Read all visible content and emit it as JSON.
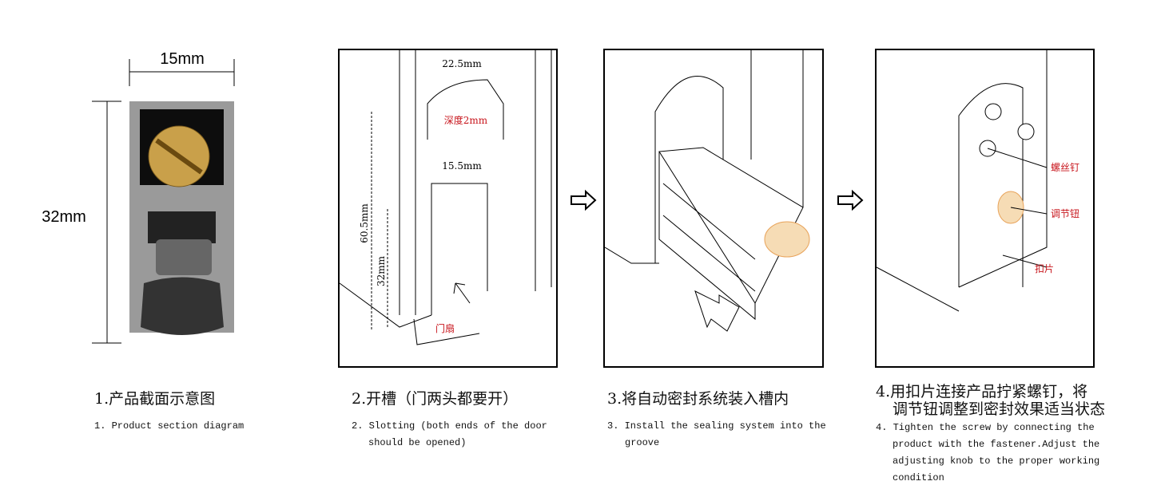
{
  "steps": [
    {
      "cn": "1.产品截面示意图",
      "en": [
        "1. Product section diagram"
      ],
      "labels": {
        "width": "15mm",
        "height": "32mm"
      }
    },
    {
      "cn": "2.开槽（门两头都要开）",
      "en": [
        "2. Slotting (both ends of the door",
        "should be opened)"
      ],
      "labels": {
        "top_width": "22.5mm",
        "depth": "深度2mm",
        "slot_width": "15.5mm",
        "total_height": "60.5mm",
        "slot_height": "32mm",
        "door": "门扇"
      }
    },
    {
      "cn": "3.将自动密封系统装入槽内",
      "en": [
        "3. Install the sealing system into the",
        "groove"
      ]
    },
    {
      "cn": [
        "4.用扣片连接产品拧紧螺钉，将",
        "调节钮调整到密封效果适当状态"
      ],
      "en": [
        "4. Tighten the screw by connecting the",
        "product with the fastener.Adjust the",
        "adjusting knob to the proper working",
        "condition"
      ],
      "labels": {
        "screw": "螺丝钉",
        "knob": "调节钮",
        "fastener": "扣片"
      }
    }
  ],
  "icons": {
    "next": "arrow-right-icon"
  },
  "colors": {
    "red": "#c8161d",
    "brass": "#c9a04a",
    "knob": "#e8a35a"
  }
}
